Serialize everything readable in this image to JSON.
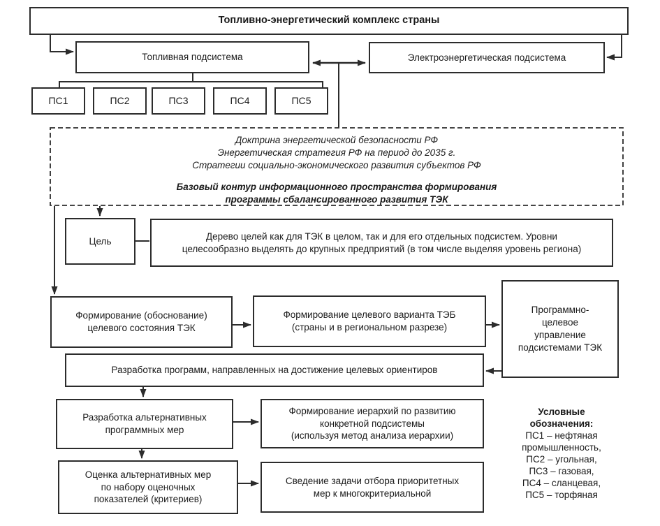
{
  "diagram": {
    "title": "Топливно-энергетический комплекс страны",
    "subsystems": {
      "fuel": "Топливная подсистема",
      "electric": "Электроэнергетическая подсистема"
    },
    "ps_boxes": [
      "ПС1",
      "ПС2",
      "ПС3",
      "ПС4",
      "ПС5"
    ],
    "info_space": {
      "documents": [
        "Доктрина энергетической безопасности РФ",
        "Энергетическая стратегия РФ на период до 2035 г.",
        "Стратегии социально-экономического развития субъектов РФ"
      ],
      "bold_note": "Базовый контур информационного пространства формирования\nпрограммы сбалансированного развития ТЭК"
    },
    "goal": {
      "label": "Цель",
      "tree_description": "Дерево целей как для ТЭК в целом, так и для его отдельных подсистем. Уровни\nцелесообразно выделять до крупных предприятий (в том числе выделяя уровень региона)"
    },
    "process": {
      "form_state": "Формирование (обоснование)\nцелевого состояния ТЭК",
      "form_teb": "Формирование целевого варианта ТЭБ\n(страны и в региональном разрезе)",
      "program_target": "Программно-\nцелевое\nуправление\nподсистемами ТЭК",
      "develop_programs": "Разработка программ, направленных на достижение целевых ориентиров",
      "develop_alternatives": "Разработка альтернативных\nпрограммных мер",
      "form_hierarchies": "Формирование иерархий по развитию\nконкретной подсистемы\n(используя метод анализа иерархии)",
      "evaluate_measures": "Оценка альтернативных мер\nпо набору оценочных\nпоказателей (критериев)",
      "reduce_task": "Сведение задачи отбора приоритетных\nмер к многокритериальной"
    },
    "legend": {
      "title": "Условные обозначения:",
      "items": [
        "ПС1 – нефтяная промышленность,",
        "ПС2 – угольная,",
        "ПС3 – газовая,",
        "ПС4 – сланцевая,",
        "ПС5 – торфяная"
      ]
    },
    "colors": {
      "line": "#2c2c2c",
      "text": "#1a1a1a",
      "background": "#ffffff"
    }
  }
}
